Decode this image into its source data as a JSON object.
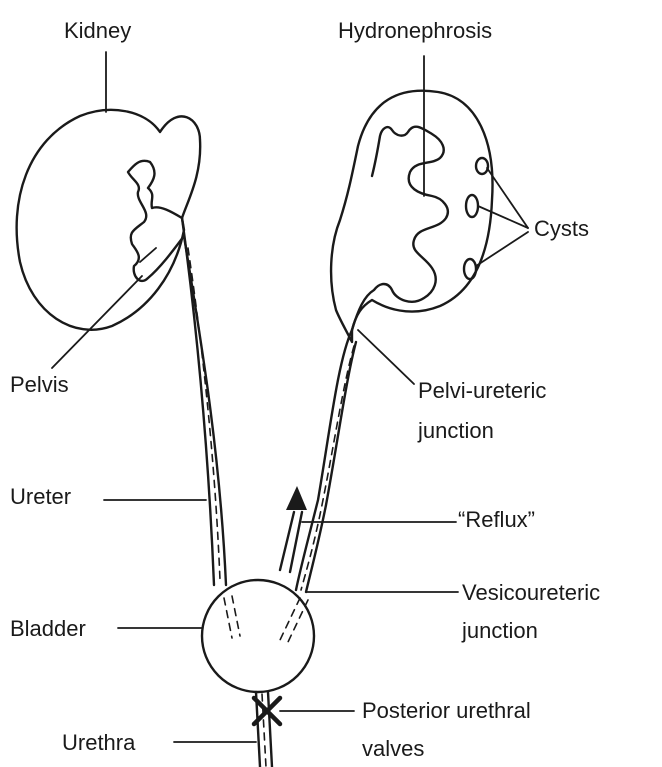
{
  "labels": {
    "kidney": "Kidney",
    "hydronephrosis": "Hydronephrosis",
    "cysts": "Cysts",
    "pelvis": "Pelvis",
    "pui_line1": "Pelvi-ureteric",
    "pui_line2": "junction",
    "ureter": "Ureter",
    "reflux": "“Reflux”",
    "bladder": "Bladder",
    "vuj_line1": "Vesicoureteric",
    "vuj_line2": "junction",
    "puv_line1": "Posterior urethral",
    "puv_line2": "valves",
    "urethra": "Urethra"
  },
  "colors": {
    "ink": "#1a1a1a",
    "background": "#ffffff"
  }
}
